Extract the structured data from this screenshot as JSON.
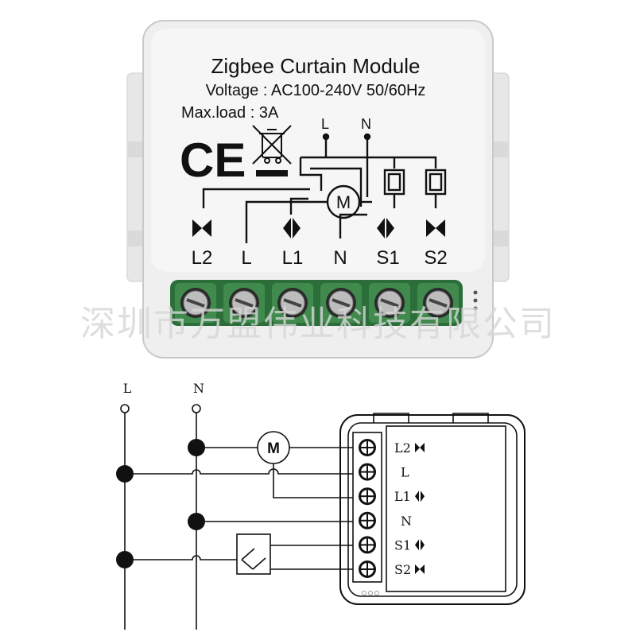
{
  "module": {
    "title": "Zigbee Curtain Module",
    "voltage": "Voltage : AC100-240V 50/60Hz",
    "max_load": "Max.load : 3A",
    "ce_mark": "CE",
    "schematic_labels": {
      "l": "L",
      "n": "N",
      "motor": "M"
    },
    "terminals": [
      "L2",
      "L",
      "L1",
      "N",
      "S1",
      "S2"
    ]
  },
  "watermark": "深圳市万盟伟业科技有限公司",
  "wiring": {
    "bus_labels": {
      "l": "L",
      "n": "N"
    },
    "motor": "M",
    "terminal_labels": [
      "L2",
      "L",
      "L1",
      "N",
      "S1",
      "S2"
    ],
    "terminal_icons": [
      "bowtie-icon",
      "",
      "diamond-icon",
      "",
      "diamond-icon",
      "bowtie-icon"
    ]
  },
  "colors": {
    "terminal_green": "#3f8a4c",
    "module_body": "#efefef",
    "ink": "#111111"
  }
}
